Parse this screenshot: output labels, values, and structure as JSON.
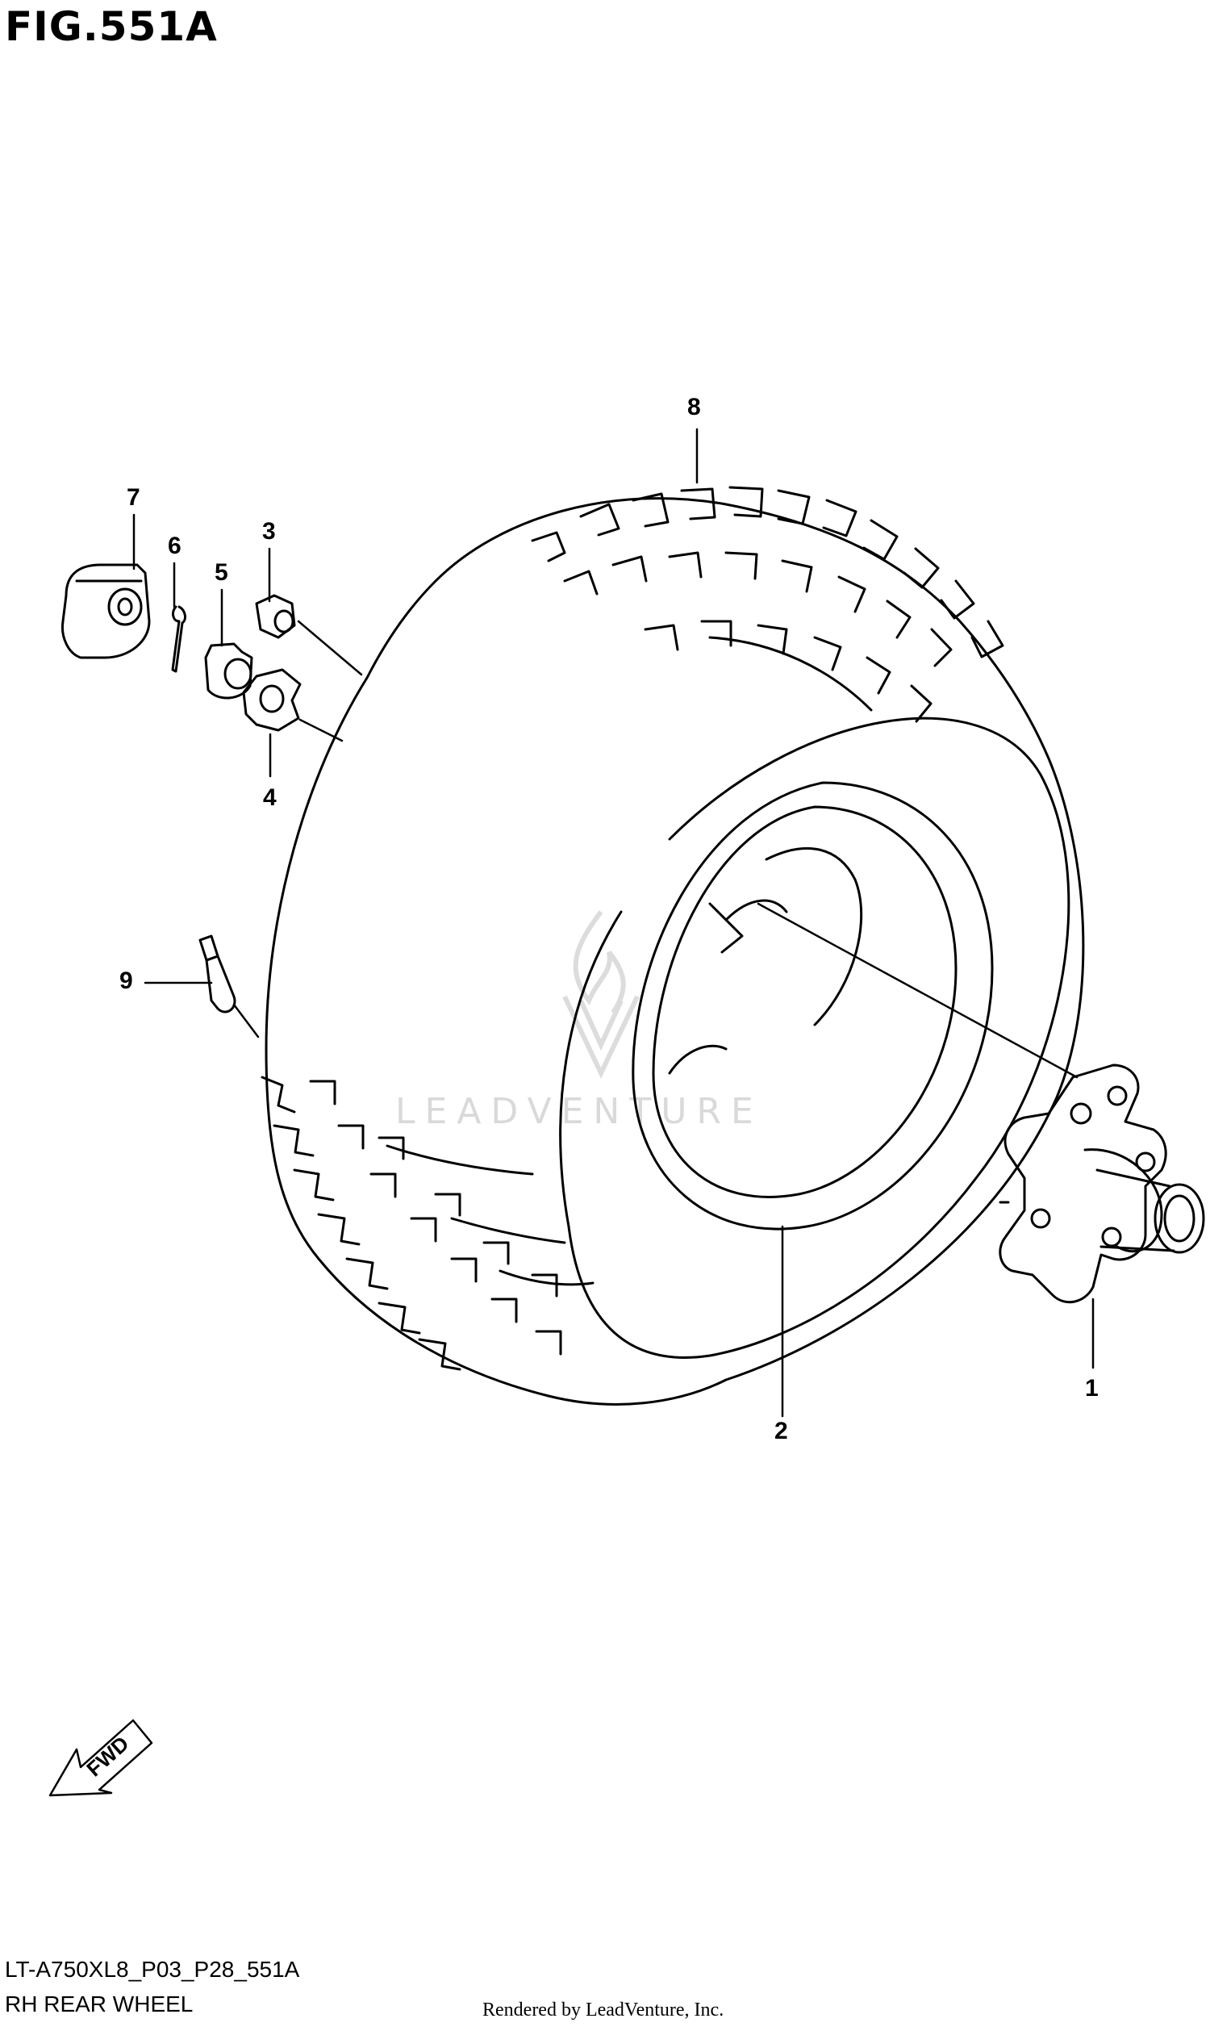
{
  "figure": {
    "title": "FIG.551A"
  },
  "callouts": [
    "1",
    "2",
    "3",
    "4",
    "5",
    "6",
    "7",
    "8",
    "9"
  ],
  "watermark": {
    "text": "LEADVENTURE"
  },
  "fwd_arrow": {
    "text": "FWD"
  },
  "footer": {
    "code": "LT-A750XL8_P03_P28_551A",
    "name": "RH REAR WHEEL",
    "credit": "Rendered by LeadVenture, Inc."
  }
}
